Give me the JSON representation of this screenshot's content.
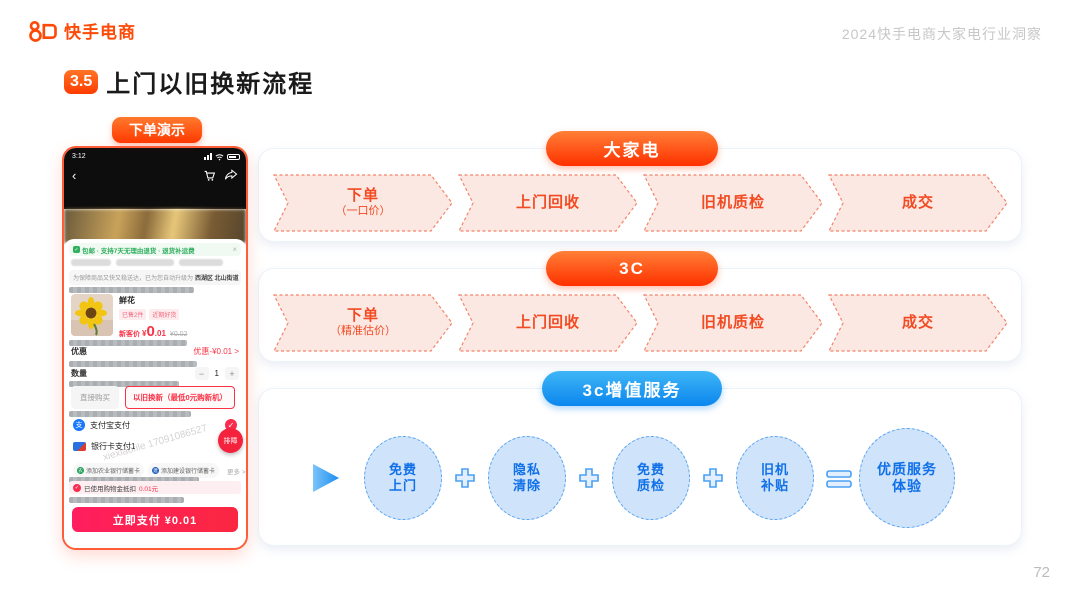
{
  "header": {
    "brand": "快手电商",
    "right_text": "2024快手电商大家电行业洞察"
  },
  "title": {
    "badge": "3.5",
    "text": "上门以旧换新流程"
  },
  "page_number": "72",
  "colors": {
    "brand_orange": "#ff4906",
    "flow_red": "#f24a22",
    "service_blue": "#1070e8"
  },
  "phone": {
    "label": "下单演示",
    "status_time": "3:12",
    "back": "‹",
    "banner": {
      "check": "✓",
      "text": "包邮 · 支持7天无理由退货 · 退货补运费",
      "close": "×"
    },
    "notice": {
      "prefix": "为保障商品又快又稳送达，已为您自动升级为",
      "location": "西湖区 北山街道"
    },
    "product": {
      "name": "鲜花",
      "tag1": "已售2件",
      "tag2": "近期好货",
      "price_label": "新客价",
      "price_symbol": "¥",
      "price_int": "0",
      "price_dec": ".01",
      "original_price": "¥0.02"
    },
    "coupon": {
      "label": "优惠",
      "value": "优惠-¥0.01 >"
    },
    "quantity": {
      "label": "数量",
      "minus": "−",
      "value": "1",
      "plus": "+"
    },
    "buy": {
      "direct": "直接购买",
      "tradein": "以旧换新（最低0元购新机）"
    },
    "payments": {
      "alipay_icon_glyph": "支",
      "alipay": "支付宝支付",
      "alipay_check": "✓",
      "bankcard": "银行卡支付1",
      "abc_glyph": "农",
      "add_abc": "添加农业银行储蓄卡",
      "ccb_glyph": "建",
      "add_ccb": "添加建设银行储蓄卡",
      "more": "更多 >",
      "deduction_check": "✓",
      "deduction_text": "已使用购物金抵扣",
      "deduction_value": "0.01元"
    },
    "pay_button": "立即支付 ¥0.01",
    "float_badge": "排障",
    "watermark": "xiexiaofile 17091086527"
  },
  "flows": [
    {
      "header": "大家电",
      "steps": [
        {
          "title": "下单",
          "sub": "（一口价）"
        },
        {
          "title": "上门回收",
          "sub": ""
        },
        {
          "title": "旧机质检",
          "sub": ""
        },
        {
          "title": "成交",
          "sub": ""
        }
      ]
    },
    {
      "header": "3C",
      "steps": [
        {
          "title": "下单",
          "sub": "（精准估价）"
        },
        {
          "title": "上门回收",
          "sub": ""
        },
        {
          "title": "旧机质检",
          "sub": ""
        },
        {
          "title": "成交",
          "sub": ""
        }
      ]
    }
  ],
  "services": {
    "header": "3c增值服务",
    "items": [
      {
        "line1": "免费",
        "line2": "上门"
      },
      {
        "line1": "隐私",
        "line2": "清除"
      },
      {
        "line1": "免费",
        "line2": "质检"
      },
      {
        "line1": "旧机",
        "line2": "补贴"
      }
    ],
    "result": {
      "line1": "优质服务",
      "line2": "体验"
    }
  }
}
